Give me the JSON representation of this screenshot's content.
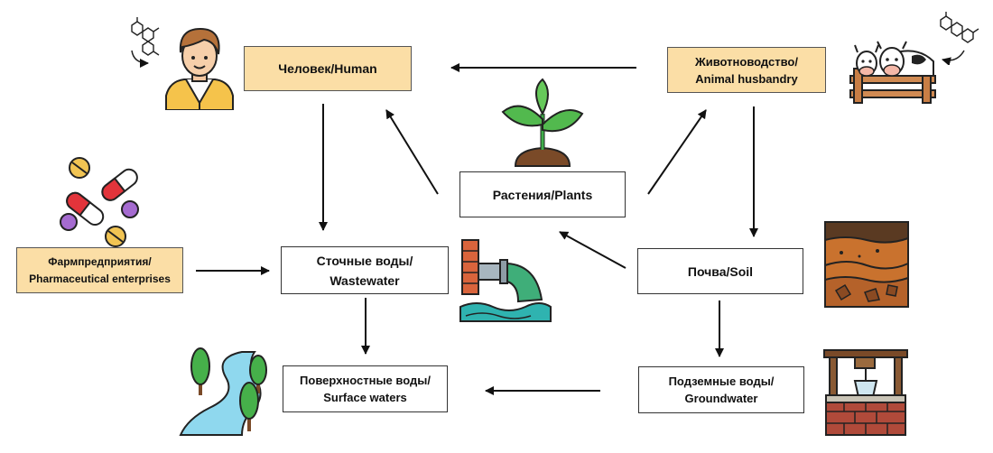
{
  "nodes": {
    "human": {
      "line1": "Человек/Human"
    },
    "animal": {
      "line1": "Животноводство/",
      "line2": "Animal husbandry"
    },
    "plants": {
      "line1": "Растения/Plants"
    },
    "pharma": {
      "line1": "Фармпредприятия/",
      "line2": "Pharmaceutical enterprises"
    },
    "wastewater": {
      "line1": "Сточные воды/",
      "line2": "Wastewater"
    },
    "soil": {
      "line1": "Почва/Soil"
    },
    "surface": {
      "line1": "Поверхностные воды/",
      "line2": "Surface waters"
    },
    "groundwater": {
      "line1": "Подземные воды/",
      "line2": "Groundwater"
    }
  },
  "icons": [
    "person-icon",
    "molecule-icon",
    "cow-icon",
    "plant-sprout-icon",
    "pills-icon",
    "pipe-outflow-icon",
    "soil-layers-icon",
    "river-trees-icon",
    "water-well-icon"
  ],
  "colors": {
    "highlight_box": "#fbdea6",
    "box_border": "#333333",
    "arrow": "#111111"
  }
}
